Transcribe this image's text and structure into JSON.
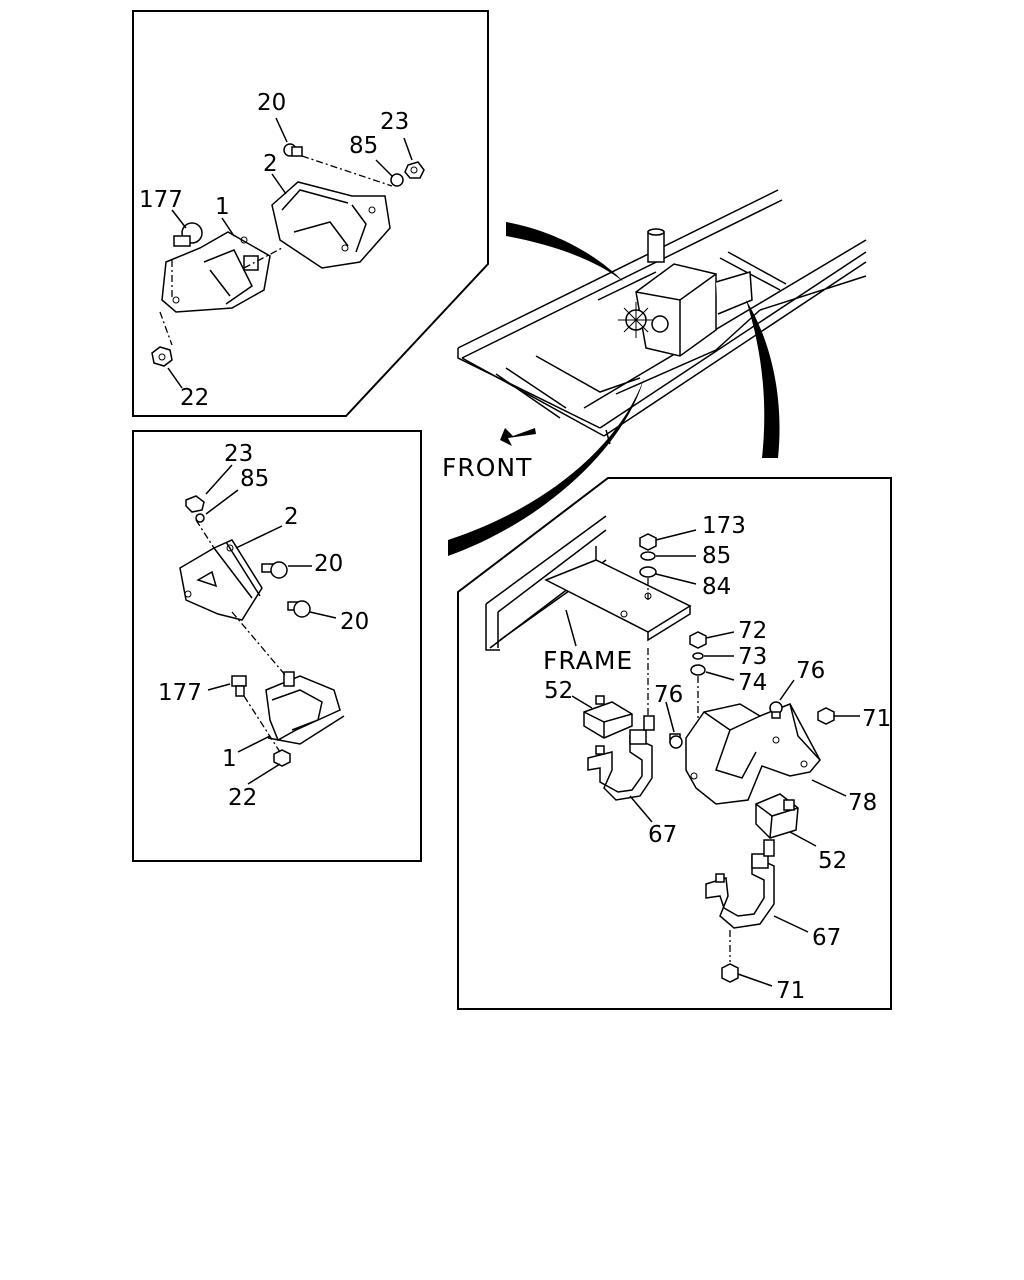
{
  "labels": {
    "p1": {
      "n20": "20",
      "n85": "85",
      "n23": "23",
      "n2": "2",
      "n177": "177",
      "n1": "1",
      "n22": "22"
    },
    "p2": {
      "n23": "23",
      "n85": "85",
      "n2": "2",
      "n20a": "20",
      "n20b": "20",
      "n177": "177",
      "n1": "1",
      "n22": "22"
    },
    "p3": {
      "n173": "173",
      "n85": "85",
      "n84": "84",
      "n72": "72",
      "n73": "73",
      "n74": "74",
      "n52a": "52",
      "n76a": "76",
      "n76b": "76",
      "n71a": "71",
      "n78": "78",
      "n52b": "52",
      "n67a": "67",
      "n67b": "67",
      "n71b": "71"
    }
  },
  "text": {
    "front": "FRONT",
    "frame": "FRAME"
  },
  "colors": {
    "line": "#000000",
    "background": "#ffffff"
  }
}
